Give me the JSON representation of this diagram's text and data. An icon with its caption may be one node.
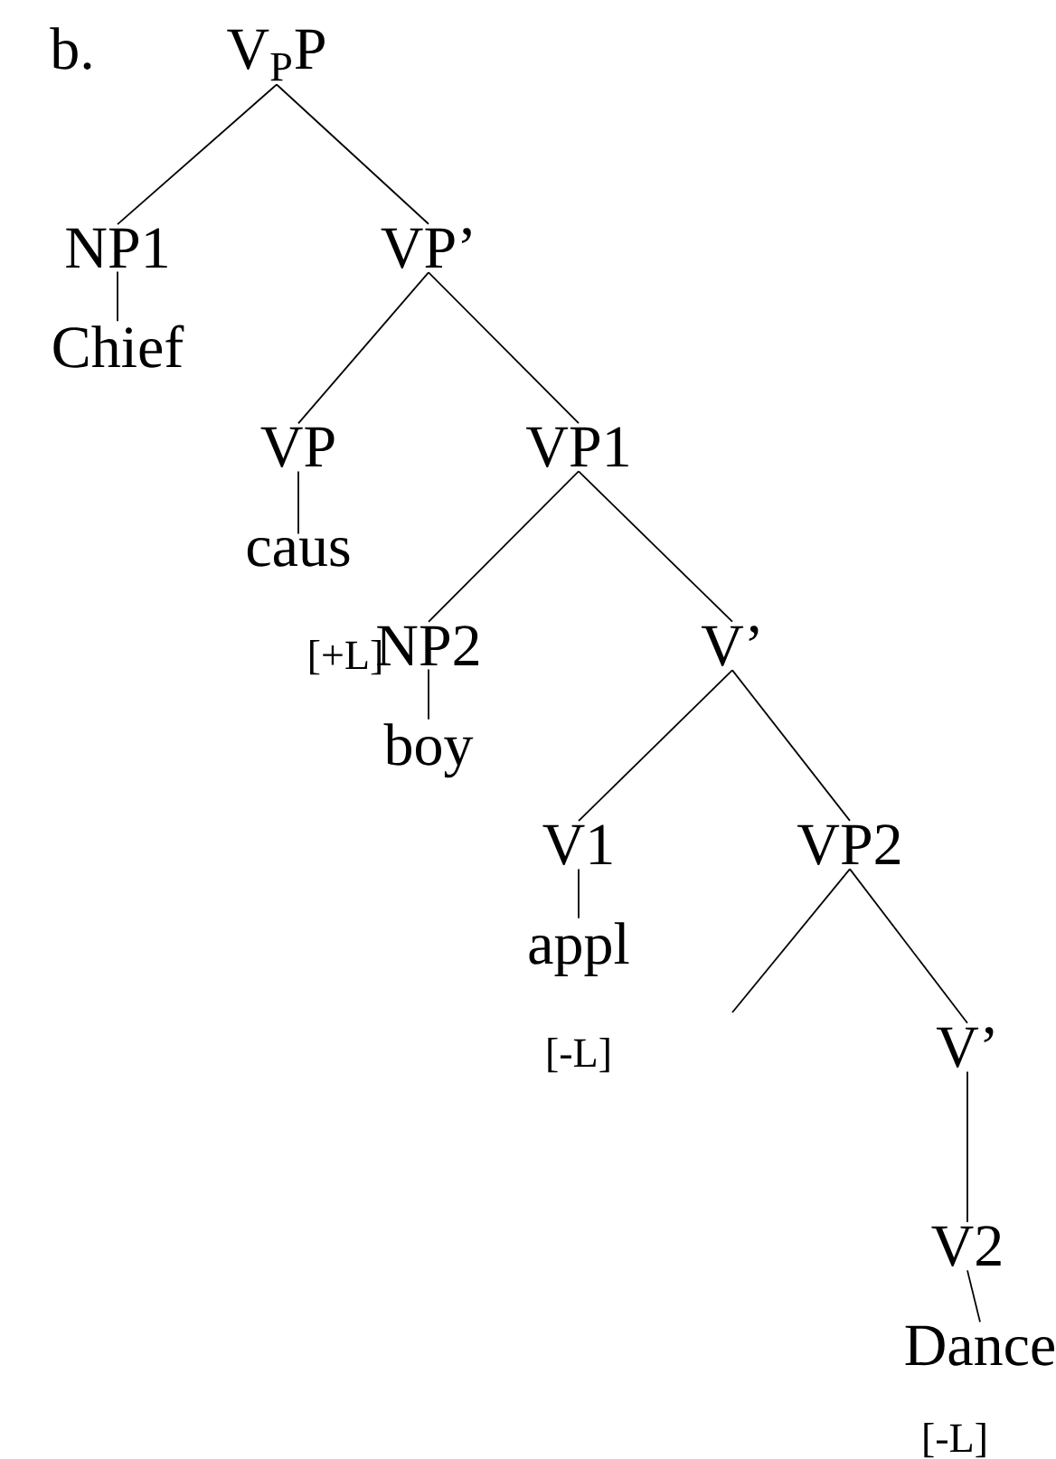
{
  "diagram": {
    "nodes": [
      {
        "text": [
          "V$_{P}$P"
        ]
      },
      {
        "text": [
          "NP1"
        ]
      },
      {
        "text": [
          "Chief"
        ]
      },
      {
        "text": [
          "VP’"
        ]
      },
      {
        "text": [
          "VP"
        ]
      },
      {
        "text": [
          "caus"
        ]
      },
      {
        "text": [
          "VP1"
        ]
      },
      {
        "text": [
          "NP2"
        ]
      },
      {
        "text": [
          "boy"
        ]
      },
      {
        "text": [
          "V’"
        ]
      },
      {
        "text": [
          "V1"
        ]
      },
      {
        "text": [
          "appl"
        ]
      },
      {
        "text": [
          "VP2"
        ]
      },
      {
        "text": [
          "V’"
        ]
      },
      {
        "text": [
          "V2"
        ]
      },
      {
        "text": [
          "Dance"
        ]
      }
    ],
    "edges": [
      {
        "from": 0,
        "to": 1,
        "arrow": "none"
      },
      {
        "from": 0,
        "to": 3,
        "arrow": "none"
      },
      {
        "from": 1,
        "to": 2,
        "arrow": "none"
      },
      {
        "from": 3,
        "to": 4,
        "arrow": "none"
      },
      {
        "from": 3,
        "to": 6,
        "arrow": "none"
      },
      {
        "from": 4,
        "to": 5,
        "arrow": "none"
      },
      {
        "from": 6,
        "to": 7,
        "arrow": "none"
      },
      {
        "from": 6,
        "to": 9,
        "arrow": "none"
      },
      {
        "from": 7,
        "to": 8,
        "arrow": "none"
      },
      {
        "from": 9,
        "to": 10,
        "arrow": "none"
      },
      {
        "from": 9,
        "to": 12,
        "arrow": "none"
      },
      {
        "from": 10,
        "to": 11,
        "arrow": "none"
      },
      {
        "from": 12,
        "to": null,
        "arrow": "none"
      },
      {
        "from": 12,
        "to": 13,
        "arrow": "none"
      },
      {
        "from": 13,
        "to": 14,
        "arrow": "none"
      },
      {
        "from": 14,
        "to": 15,
        "arrow": "none"
      }
    ],
    "labels": [
      "b.",
      "[+L]",
      "[-L]",
      "[-L]"
    ]
  }
}
